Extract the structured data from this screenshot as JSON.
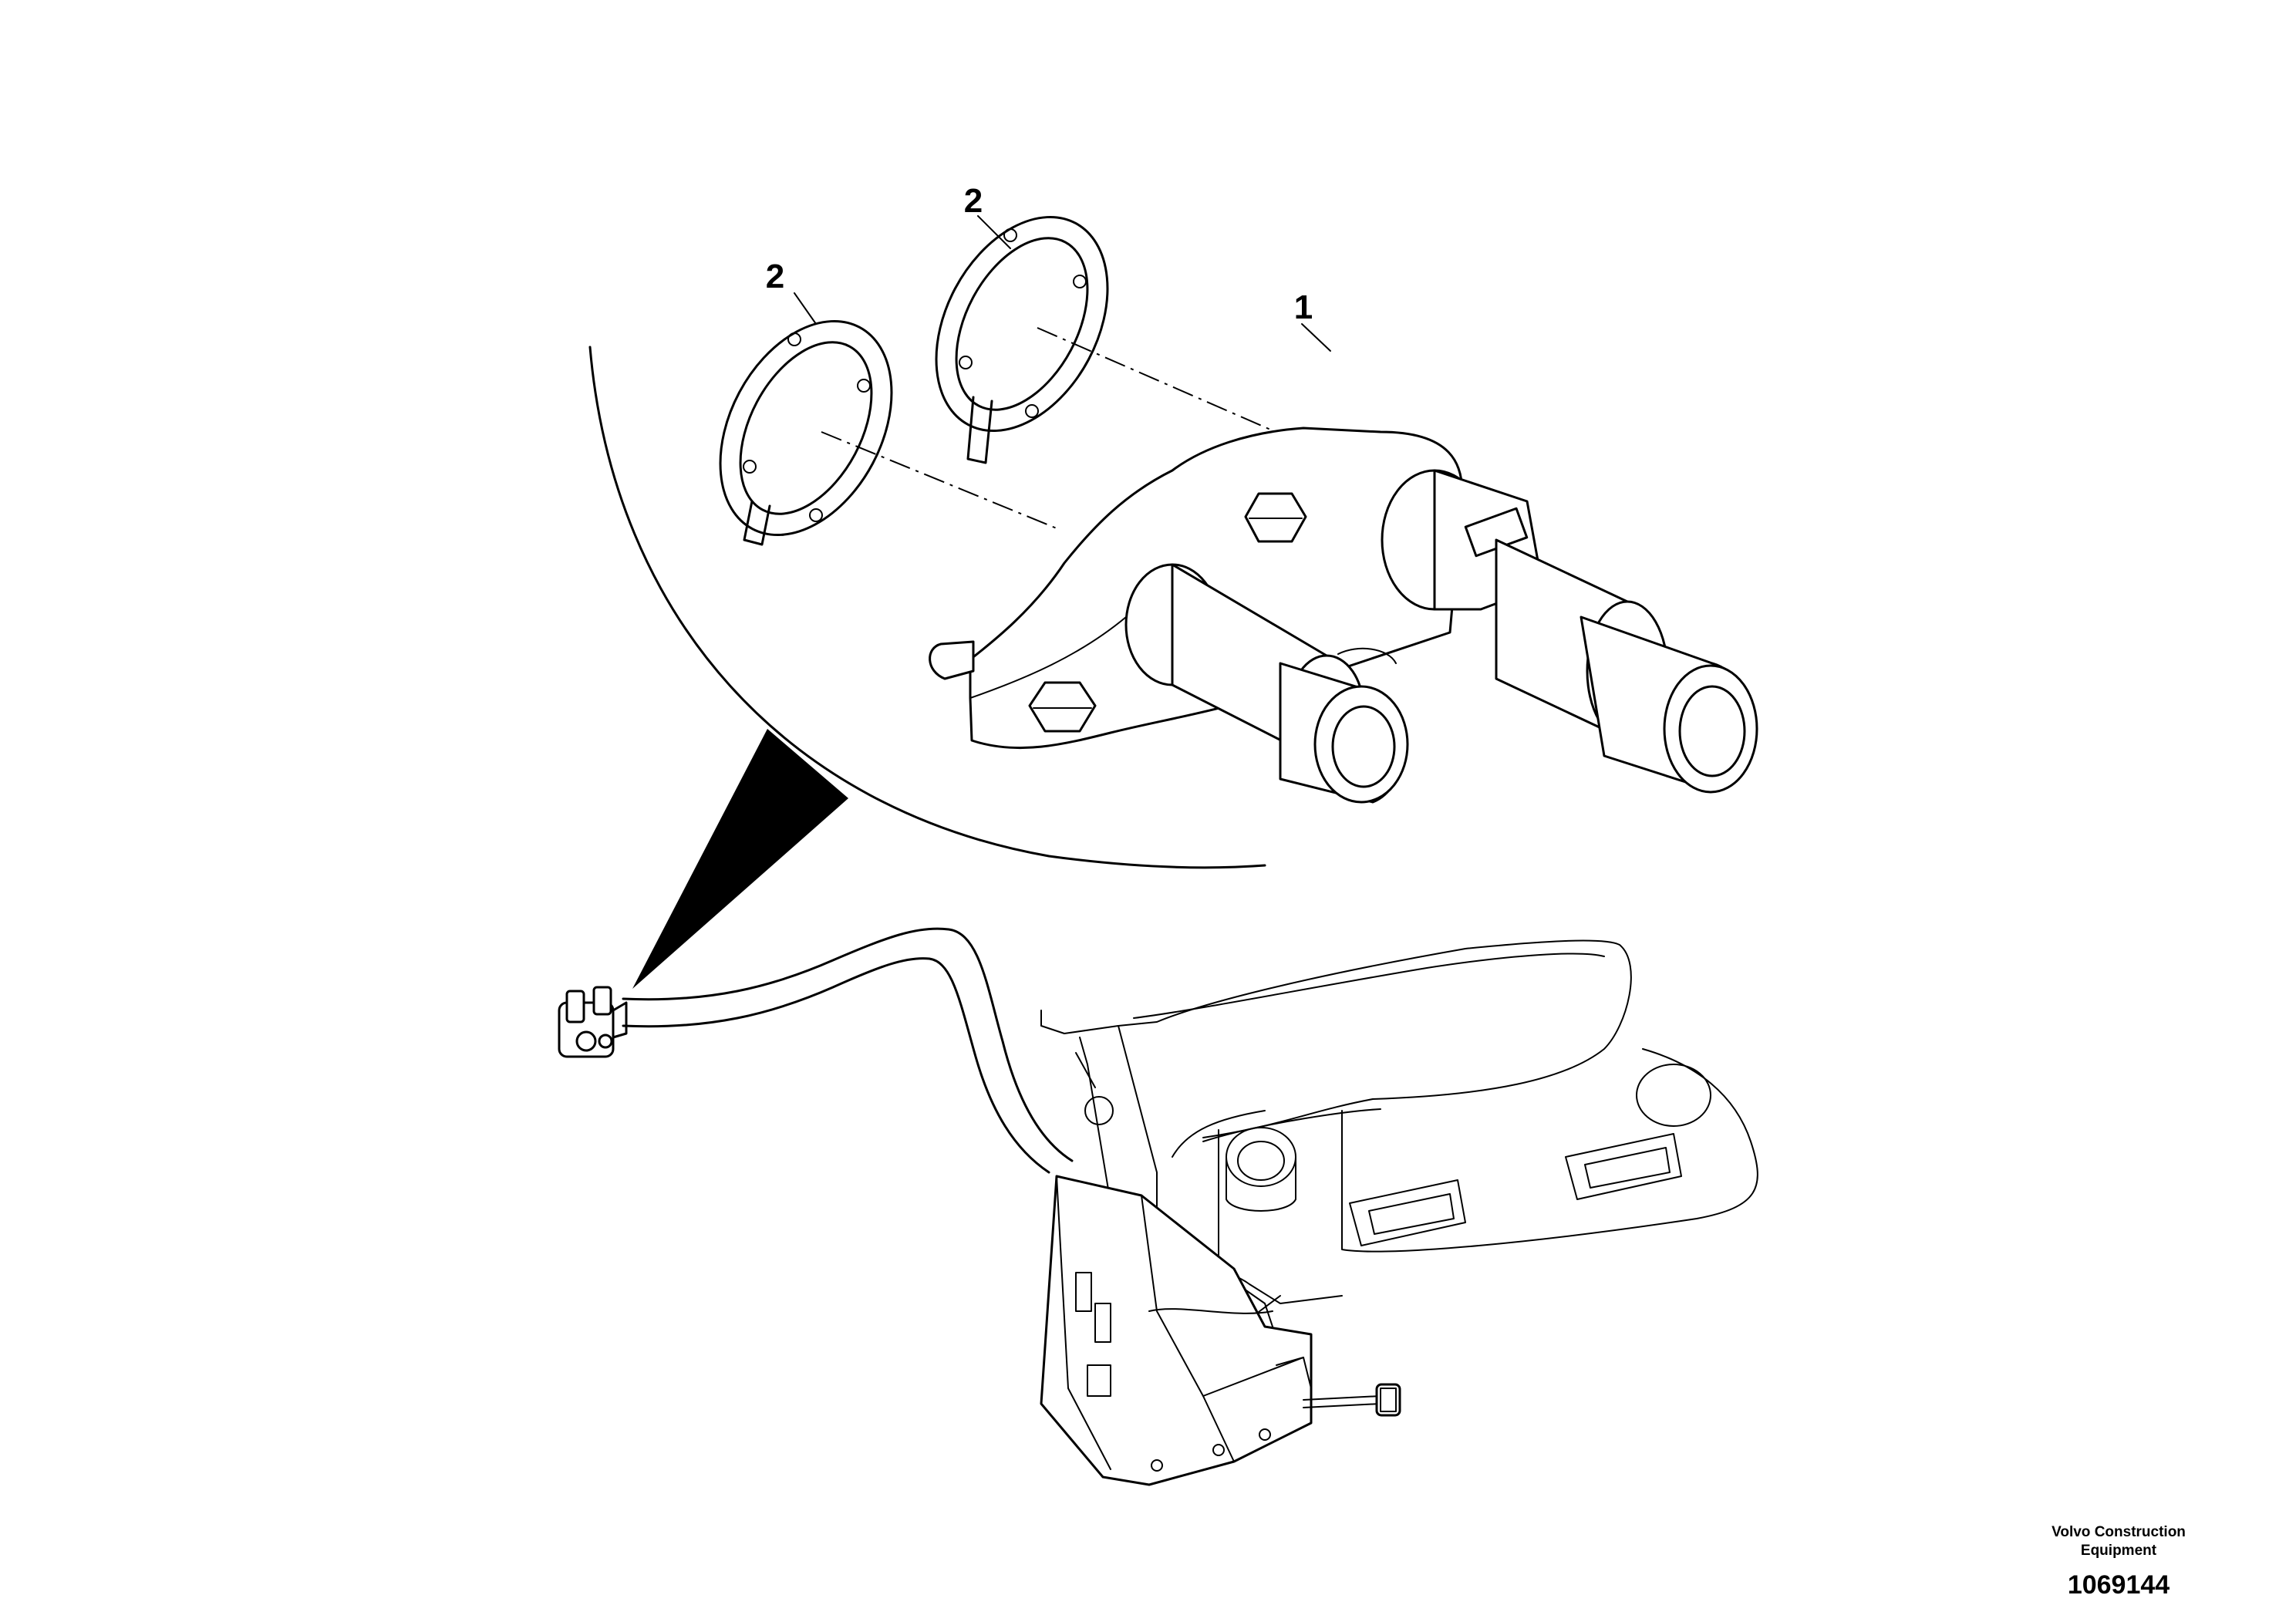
{
  "callouts": {
    "item1": "1",
    "item2a": "2",
    "item2b": "2"
  },
  "footer": {
    "brand_line1": "Volvo Construction",
    "brand_line2": "Equipment",
    "document_number": "1069144"
  }
}
